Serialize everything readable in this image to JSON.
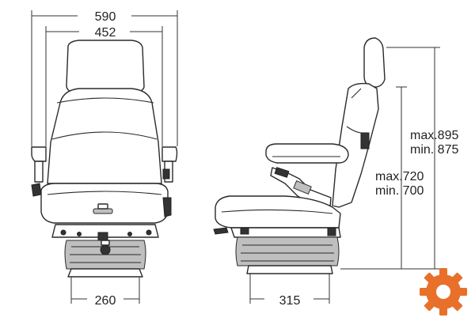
{
  "front_view": {
    "overall_width": "590",
    "seat_width": "452",
    "base_width": "260"
  },
  "side_view": {
    "overall_height_max": "max.895",
    "overall_height_min": "min. 875",
    "backrest_height_max": "max.720",
    "backrest_height_min": "min. 700",
    "base_depth": "315"
  },
  "logo": {
    "icon": "gear-icon",
    "color": "#E8702A"
  }
}
